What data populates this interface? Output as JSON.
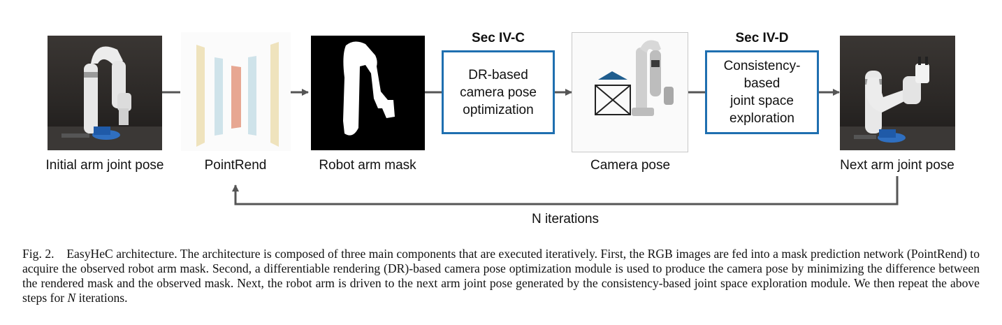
{
  "figure": {
    "labels": {
      "initial": "Initial arm joint pose",
      "pointrend": "PointRend",
      "mask": "Robot arm mask",
      "camera": "Camera pose",
      "next": "Next arm joint pose",
      "iterations": "N iterations"
    },
    "sections": {
      "dr": "Sec IV-C",
      "explore": "Sec IV-D"
    },
    "boxes": {
      "dr_lines": [
        "DR-based",
        "camera pose",
        "optimization"
      ],
      "explore_lines": [
        "Consistency-",
        "based",
        "joint space",
        "exploration"
      ]
    }
  },
  "caption": {
    "prefix": "Fig. 2.",
    "text_before_n": "EasyHeC architecture. The architecture is composed of three main components that are executed iteratively. First, the RGB images are fed into a mask prediction network (PointRend) to acquire the observed robot arm mask. Second, a differentiable rendering (DR)-based camera pose optimization module is used to produce the camera pose by minimizing the difference between the rendered mask and the observed mask. Next, the robot arm is driven to the next arm joint pose generated by the consistency-based joint space exploration module. We then repeat the above steps for",
    "n": "N",
    "text_after_n": "iterations."
  }
}
